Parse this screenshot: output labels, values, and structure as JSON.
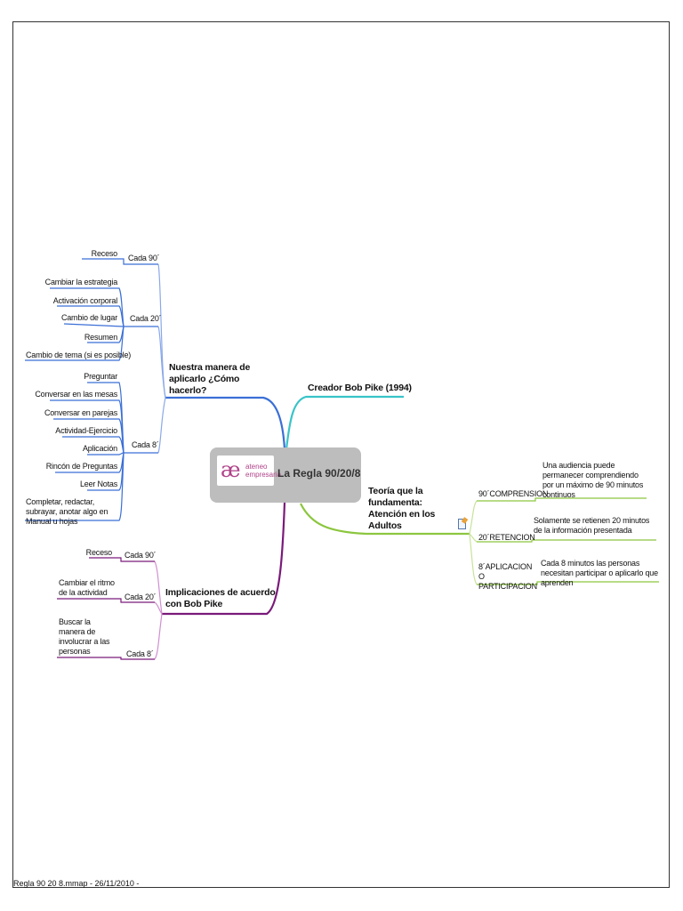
{
  "central": {
    "logo_mark": "æ",
    "logo_text": "ateneo\nempresaria",
    "title": "La Regla 90/20/8"
  },
  "branches": {
    "nuestra": {
      "title": "Nuestra manera de aplicarlo ¿Cómo hacerlo?",
      "groups": {
        "g90": {
          "label": "Cada 90´",
          "items": [
            "Receso"
          ]
        },
        "g20": {
          "label": "Cada 20´",
          "items": [
            "Cambiar la estrategia",
            "Activación corporal",
            "Cambio de lugar",
            "Resumen",
            "Cambio de tema (si es posible)"
          ]
        },
        "g8": {
          "label": "Cada 8´",
          "items": [
            "Preguntar",
            "Conversar en las mesas",
            "Conversar en parejas",
            "Actividad-Ejercicio",
            "Aplicación",
            "Rincón de Preguntas",
            "Leer Notas",
            "Completar, redactar, subrayar, anotar algo en Manual u hojas"
          ]
        }
      }
    },
    "implicaciones": {
      "title": "Implicaciones de acuerdo con Bob Pike",
      "groups": {
        "g90": {
          "label": "Cada 90´",
          "items": [
            "Receso"
          ]
        },
        "g20": {
          "label": "Cada 20´",
          "items": [
            "Cambiar el ritmo de la actividad"
          ]
        },
        "g8": {
          "label": "Cada 8´",
          "items": [
            "Buscar la manera de involucrar a las personas"
          ]
        }
      }
    },
    "creador": {
      "title": "Creador Bob Pike (1994)"
    },
    "teoria": {
      "title": "Teoría que la fundamenta: Atención en los Adultos",
      "groups": {
        "comprension": {
          "label": "90´COMPRENSION",
          "detail": "Una audiencia puede permanecer comprendiendo por un máximo de 90 minutos continuos"
        },
        "retencion": {
          "label": "20´RETENCION",
          "detail": "Solamente se retienen 20 minutos de la información presentada"
        },
        "participacion": {
          "label": "8´APLICACION O PARTICIPACION",
          "detail": "Cada 8 minutos las personas necesitan participar o aplicarlo que aprenden"
        }
      }
    }
  },
  "footer": "Regla 90 20 8.mmap - 26/11/2010 -",
  "colors": {
    "nuestra": "#3b6fd6",
    "implicaciones": "#7a1a7a",
    "creador": "#38c4c8",
    "teoria": "#8cc63f"
  }
}
